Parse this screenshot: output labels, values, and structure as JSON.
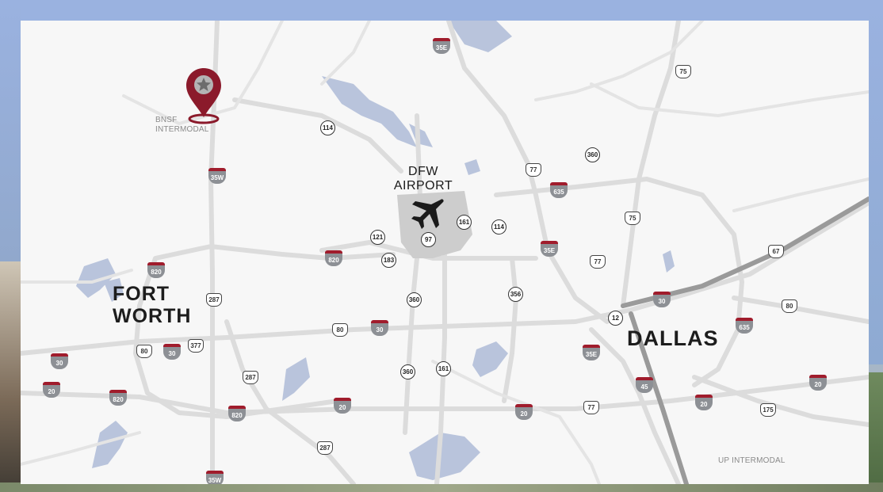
{
  "map": {
    "labels": {
      "bnsf": "BNSF\nINTERMODAL",
      "up": "UP INTERMODAL",
      "airport": "DFW\nAIRPORT",
      "fort_worth": "FORT\nWORTH",
      "dallas": "DALLAS"
    },
    "icons": {
      "location_pin": "map-pin-star-icon",
      "airport": "airplane-icon"
    },
    "colors": {
      "pin": "#8b1a2b",
      "interstate_band": "#a01c2c",
      "water": "#b9c4dc",
      "road": "#dcdcdc"
    },
    "shields": [
      {
        "text": "35E",
        "type": "interstate"
      },
      {
        "text": "75",
        "type": "us"
      },
      {
        "text": "114",
        "type": "state"
      },
      {
        "text": "35W",
        "type": "interstate"
      },
      {
        "text": "77",
        "type": "us"
      },
      {
        "text": "360",
        "type": "state"
      },
      {
        "text": "635",
        "type": "interstate"
      },
      {
        "text": "161",
        "type": "state"
      },
      {
        "text": "114",
        "type": "state"
      },
      {
        "text": "121",
        "type": "state"
      },
      {
        "text": "97",
        "type": "state"
      },
      {
        "text": "75",
        "type": "us"
      },
      {
        "text": "67",
        "type": "us"
      },
      {
        "text": "820",
        "type": "interstate"
      },
      {
        "text": "820",
        "type": "interstate"
      },
      {
        "text": "183",
        "type": "state"
      },
      {
        "text": "35E",
        "type": "interstate"
      },
      {
        "text": "77",
        "type": "us"
      },
      {
        "text": "287",
        "type": "us"
      },
      {
        "text": "360",
        "type": "state"
      },
      {
        "text": "356",
        "type": "state"
      },
      {
        "text": "30",
        "type": "interstate"
      },
      {
        "text": "80",
        "type": "us"
      },
      {
        "text": "80",
        "type": "us"
      },
      {
        "text": "30",
        "type": "interstate"
      },
      {
        "text": "12",
        "type": "state"
      },
      {
        "text": "635",
        "type": "interstate"
      },
      {
        "text": "80",
        "type": "us"
      },
      {
        "text": "30",
        "type": "interstate"
      },
      {
        "text": "377",
        "type": "us"
      },
      {
        "text": "30",
        "type": "interstate"
      },
      {
        "text": "35E",
        "type": "interstate"
      },
      {
        "text": "287",
        "type": "us"
      },
      {
        "text": "360",
        "type": "state"
      },
      {
        "text": "161",
        "type": "state"
      },
      {
        "text": "45",
        "type": "interstate"
      },
      {
        "text": "20",
        "type": "interstate"
      },
      {
        "text": "20",
        "type": "interstate"
      },
      {
        "text": "820",
        "type": "interstate"
      },
      {
        "text": "20",
        "type": "interstate"
      },
      {
        "text": "20",
        "type": "interstate"
      },
      {
        "text": "77",
        "type": "us"
      },
      {
        "text": "20",
        "type": "interstate"
      },
      {
        "text": "175",
        "type": "us"
      },
      {
        "text": "820",
        "type": "interstate"
      },
      {
        "text": "287",
        "type": "us"
      },
      {
        "text": "35W",
        "type": "interstate"
      }
    ]
  }
}
